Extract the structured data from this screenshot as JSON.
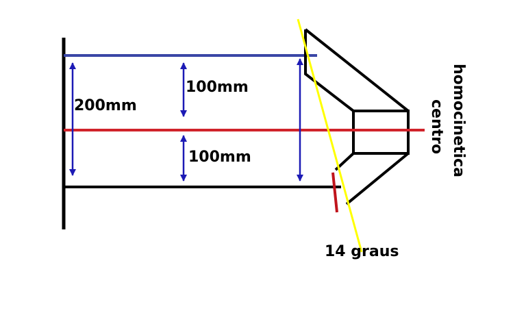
{
  "labels": {
    "total_height": "200mm",
    "upper_half": "100mm",
    "lower_half": "100mm",
    "angle": "14 graus",
    "side_line1": "homocinetica",
    "side_line2": "centro"
  },
  "colors": {
    "frame": "#000000",
    "top_line": "#3a47a6",
    "center_line": "#d0232b",
    "dimension_arrows": "#1c1ab5",
    "angle_line": "#ffff00",
    "lower_tab": "#c0141c"
  }
}
